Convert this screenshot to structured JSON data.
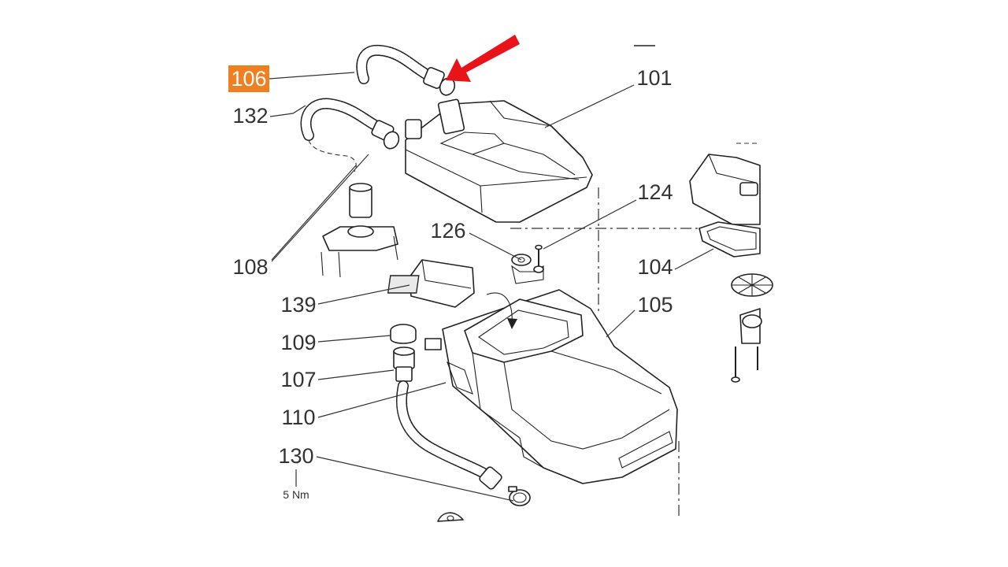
{
  "diagram": {
    "callouts": [
      {
        "id": "106",
        "label": "106",
        "highlighted": true
      },
      {
        "id": "132",
        "label": "132"
      },
      {
        "id": "101",
        "label": "101"
      },
      {
        "id": "124",
        "label": "124"
      },
      {
        "id": "126",
        "label": "126"
      },
      {
        "id": "104",
        "label": "104"
      },
      {
        "id": "108",
        "label": "108"
      },
      {
        "id": "139",
        "label": "139"
      },
      {
        "id": "105",
        "label": "105"
      },
      {
        "id": "109",
        "label": "109"
      },
      {
        "id": "107",
        "label": "107"
      },
      {
        "id": "110",
        "label": "110"
      },
      {
        "id": "130",
        "label": "130"
      }
    ],
    "torque_note": "5 Nm",
    "colors": {
      "highlight": "#f07f22",
      "arrow": "#e8141a",
      "line": "#222222",
      "text": "#333333"
    }
  }
}
